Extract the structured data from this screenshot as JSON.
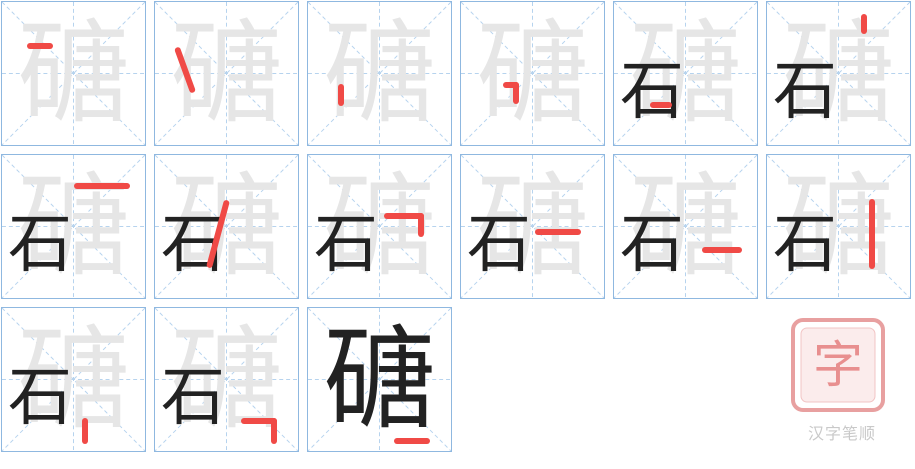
{
  "character": "磄",
  "cells": [
    {
      "step": 1,
      "partial": ""
    },
    {
      "step": 2,
      "partial": ""
    },
    {
      "step": 3,
      "partial": ""
    },
    {
      "step": 4,
      "partial": ""
    },
    {
      "step": 5,
      "partial": "石"
    },
    {
      "step": 6,
      "partial": "石"
    },
    {
      "step": 7,
      "partial": "石"
    },
    {
      "step": 8,
      "partial": "石"
    },
    {
      "step": 9,
      "partial": "石"
    },
    {
      "step": 10,
      "partial": "石"
    },
    {
      "step": 11,
      "partial": "石"
    },
    {
      "step": 12,
      "partial": "石"
    },
    {
      "step": 13,
      "partial": "石"
    },
    {
      "step": 14,
      "partial": "石"
    },
    {
      "step": 15,
      "partial": "磄"
    }
  ],
  "logo": {
    "glyph": "字"
  },
  "brand_text": "汉字笔顺",
  "colors": {
    "grid": "#8fb8e0",
    "guide": "#b6d3ee",
    "ghost": "#e6e6e6",
    "ink": "#222222",
    "highlight": "#f04a46",
    "logo": "#e88f8f"
  }
}
